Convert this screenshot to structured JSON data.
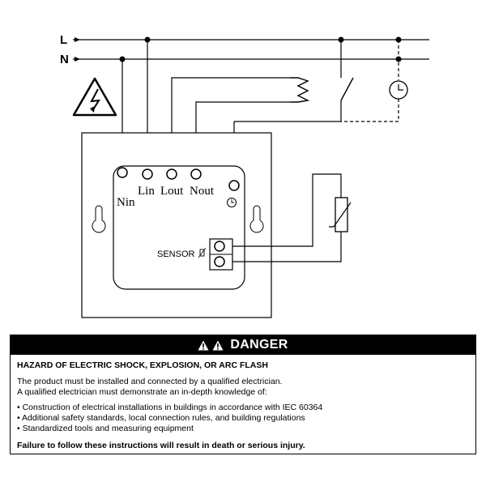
{
  "wiring": {
    "supply_labels": {
      "line": "L",
      "neutral": "N"
    },
    "terminals": [
      {
        "id": "nin",
        "label": "Nin"
      },
      {
        "id": "lin",
        "label": "Lin"
      },
      {
        "id": "lout",
        "label": "Lout"
      },
      {
        "id": "nout",
        "label": "Nout"
      },
      {
        "id": "clock",
        "label": ""
      }
    ],
    "sensor_label": "SENSOR",
    "icons": [
      "electric-shock-warning-icon",
      "heater-resistor-icon",
      "switch-icon",
      "timer-clock-icon",
      "thermistor-icon",
      "clock-terminal-icon"
    ]
  },
  "danger": {
    "title": "DANGER",
    "hazard": "HAZARD OF ELECTRIC SHOCK, EXPLOSION, OR ARC FLASH",
    "intro_1": "The product must be installed and connected by a qualified electrician.",
    "intro_2": "A qualified electrician must demonstrate an in-depth knowledge of:",
    "bullets": [
      "Construction of electrical installations in buildings in accordance with IEC 60364",
      "Additional safety standards, local connection rules, and building regulations",
      "Standardized tools and measuring equipment"
    ],
    "failure": "Failure to follow these instructions will result in death or serious injury."
  }
}
